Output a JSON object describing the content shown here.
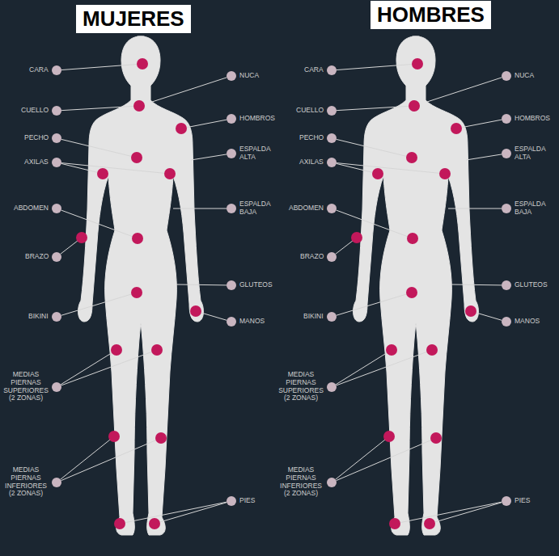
{
  "diagram": {
    "labels": [
      "MUJERES",
      "CARA",
      "NUCA",
      "CUELLO",
      "HOMBROS",
      "PECHO",
      "ESPALDA ALTA",
      "AXILAS",
      "ESPALDA BAJA",
      "ABDOMEN",
      "BRAZO",
      "GLUTEOS",
      "BIKINI",
      "MANOS",
      "MEDIAS PIERNAS SUPERIORES (2 ZONAS)",
      "MEDIAS PIERNAS INFERIORES (2 ZONAS)",
      "PIES",
      "HOMBRES",
      "CARA",
      "NUCA",
      "CUELLO",
      "HOMBROS",
      "PECHO",
      "ESPALDA ALTA",
      "AXILAS",
      "ESPALDA BAJA",
      "ABDOMEN",
      "BRAZO",
      "GLUTEOS",
      "BIKINI",
      "MANOS",
      "MEDIAS PIERNAS SUPERIORES (2 ZONAS)",
      "MEDIAS PIERNAS INFERIORES (2 ZONAS)",
      "PIES"
    ]
  }
}
